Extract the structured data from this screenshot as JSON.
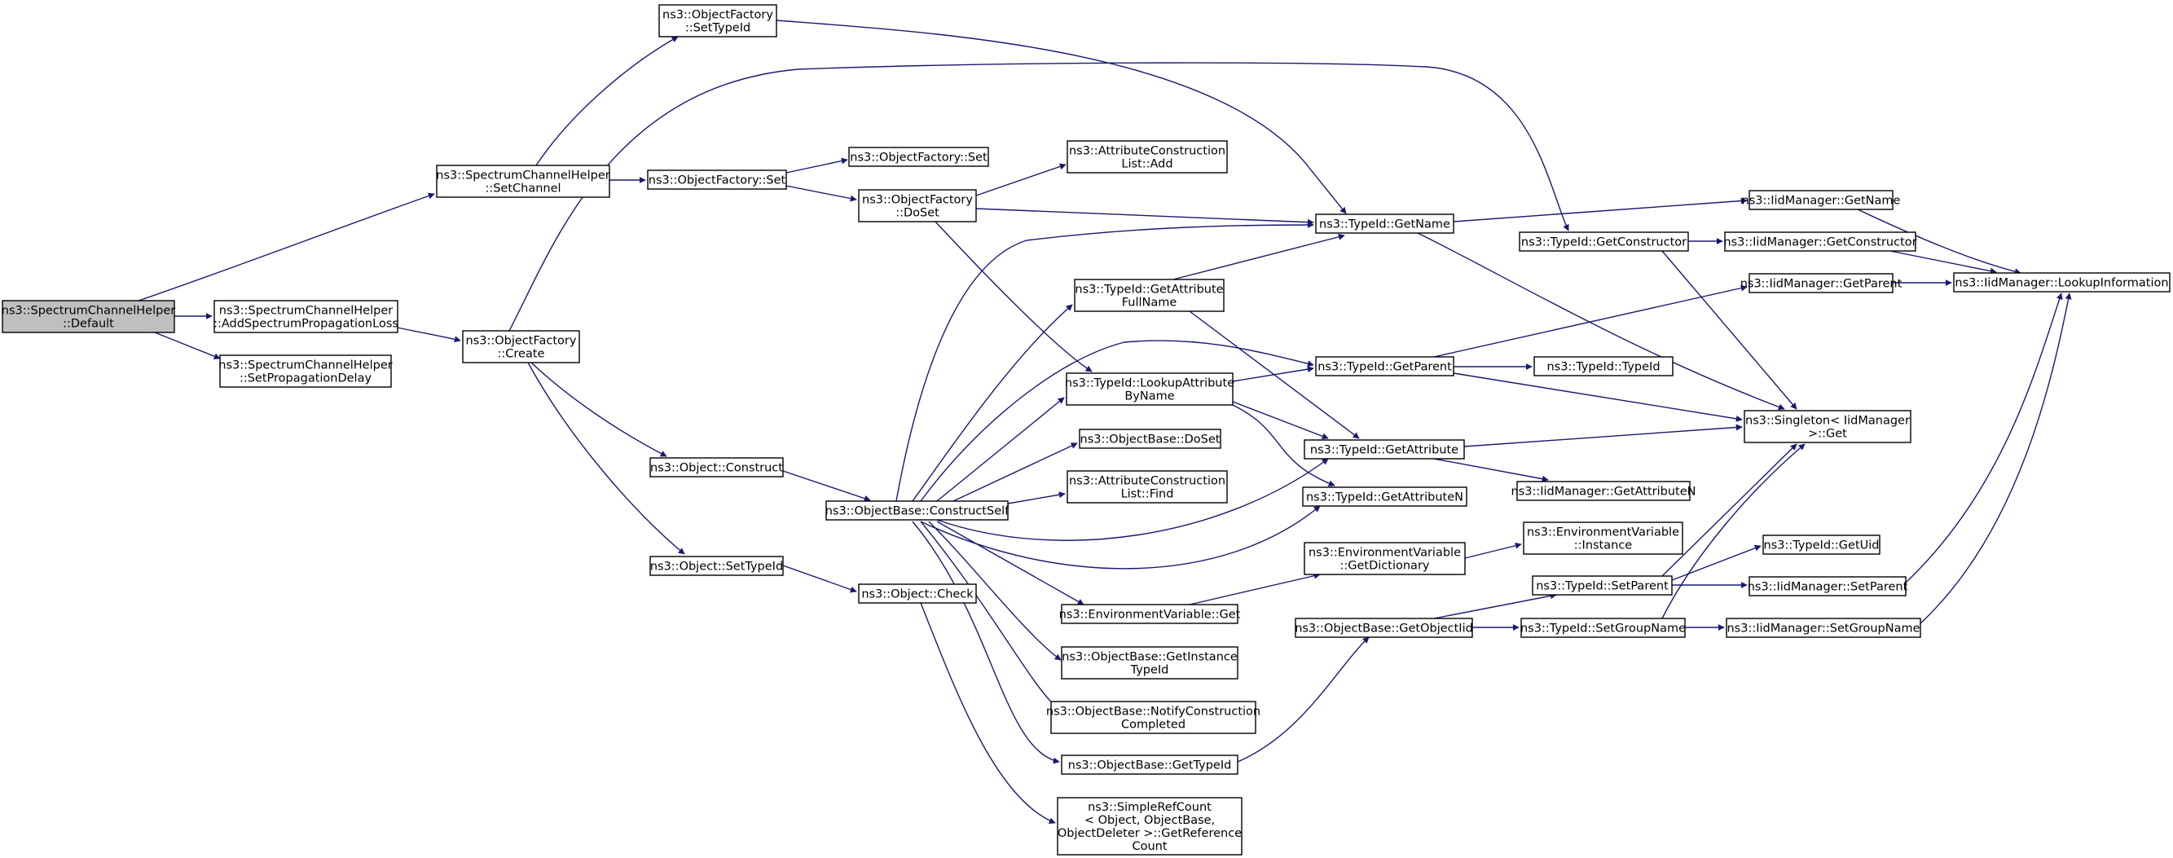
{
  "diagram": {
    "type": "call-graph",
    "colors": {
      "edge": "#191970",
      "node_border": "#000000",
      "root_fill": "#bfbfbf",
      "node_fill": "#ffffff"
    },
    "nodes": [
      {
        "id": "root",
        "lines": [
          "ns3::SpectrumChannelHelper",
          "::Default"
        ],
        "root": true
      },
      {
        "id": "setTypeId_of",
        "lines": [
          "ns3::ObjectFactory",
          "::SetTypeId"
        ]
      },
      {
        "id": "setChannel",
        "lines": [
          "ns3::SpectrumChannelHelper",
          "::SetChannel"
        ]
      },
      {
        "id": "addLoss",
        "lines": [
          "ns3::SpectrumChannelHelper",
          "::AddSpectrumPropagationLoss"
        ]
      },
      {
        "id": "setDelay",
        "lines": [
          "ns3::SpectrumChannelHelper",
          "::SetPropagationDelay"
        ]
      },
      {
        "id": "create",
        "lines": [
          "ns3::ObjectFactory",
          "::Create"
        ]
      },
      {
        "id": "of_set",
        "lines": [
          "ns3::ObjectFactory::Set"
        ]
      },
      {
        "id": "of_set2",
        "lines": [
          "ns3::ObjectFactory::Set"
        ]
      },
      {
        "id": "of_doset",
        "lines": [
          "ns3::ObjectFactory",
          "::DoSet"
        ]
      },
      {
        "id": "acl_add",
        "lines": [
          "ns3::AttributeConstruction",
          "List::Add"
        ]
      },
      {
        "id": "tid_getname",
        "lines": [
          "ns3::TypeId::GetName"
        ]
      },
      {
        "id": "iid_getname",
        "lines": [
          "ns3::IidManager::GetName"
        ]
      },
      {
        "id": "tid_getconstructor",
        "lines": [
          "ns3::TypeId::GetConstructor"
        ]
      },
      {
        "id": "iid_getconstructor",
        "lines": [
          "ns3::IidManager::GetConstructor"
        ]
      },
      {
        "id": "iid_lookup",
        "lines": [
          "ns3::IidManager::LookupInformation"
        ]
      },
      {
        "id": "tid_getattrfull",
        "lines": [
          "ns3::TypeId::GetAttribute",
          "FullName"
        ]
      },
      {
        "id": "iid_getparent",
        "lines": [
          "ns3::IidManager::GetParent"
        ]
      },
      {
        "id": "tid_lookupattr",
        "lines": [
          "ns3::TypeId::LookupAttribute",
          "ByName"
        ]
      },
      {
        "id": "tid_getparent",
        "lines": [
          "ns3::TypeId::GetParent"
        ]
      },
      {
        "id": "tid_typeid",
        "lines": [
          "ns3::TypeId::TypeId"
        ]
      },
      {
        "id": "singleton",
        "lines": [
          "ns3::Singleton< IidManager",
          " >::Get"
        ]
      },
      {
        "id": "ob_doset",
        "lines": [
          "ns3::ObjectBase::DoSet"
        ]
      },
      {
        "id": "tid_getattr",
        "lines": [
          "ns3::TypeId::GetAttribute"
        ]
      },
      {
        "id": "obj_construct",
        "lines": [
          "ns3::Object::Construct"
        ]
      },
      {
        "id": "acl_find",
        "lines": [
          "ns3::AttributeConstruction",
          "List::Find"
        ]
      },
      {
        "id": "iid_getattrn",
        "lines": [
          "ns3::IidManager::GetAttributeN"
        ]
      },
      {
        "id": "ob_constructself",
        "lines": [
          "ns3::ObjectBase::ConstructSelf"
        ]
      },
      {
        "id": "tid_getattrn",
        "lines": [
          "ns3::TypeId::GetAttributeN"
        ]
      },
      {
        "id": "env_instance",
        "lines": [
          "ns3::EnvironmentVariable",
          "::Instance"
        ]
      },
      {
        "id": "tid_getuid",
        "lines": [
          "ns3::TypeId::GetUid"
        ]
      },
      {
        "id": "obj_settypeid",
        "lines": [
          "ns3::Object::SetTypeId"
        ]
      },
      {
        "id": "env_getdict",
        "lines": [
          "ns3::EnvironmentVariable",
          "::GetDictionary"
        ]
      },
      {
        "id": "tid_setparent",
        "lines": [
          "ns3::TypeId::SetParent"
        ]
      },
      {
        "id": "iid_setparent",
        "lines": [
          "ns3::IidManager::SetParent"
        ]
      },
      {
        "id": "obj_check",
        "lines": [
          "ns3::Object::Check"
        ]
      },
      {
        "id": "env_get",
        "lines": [
          "ns3::EnvironmentVariable::Get"
        ]
      },
      {
        "id": "ob_getobjectiid",
        "lines": [
          "ns3::ObjectBase::GetObjectIid"
        ]
      },
      {
        "id": "tid_setgroupname",
        "lines": [
          "ns3::TypeId::SetGroupName"
        ]
      },
      {
        "id": "iid_setgroupname",
        "lines": [
          "ns3::IidManager::SetGroupName"
        ]
      },
      {
        "id": "ob_getinstancetypeid",
        "lines": [
          "ns3::ObjectBase::GetInstance",
          "TypeId"
        ]
      },
      {
        "id": "ob_notify",
        "lines": [
          "ns3::ObjectBase::NotifyConstruction",
          "Completed"
        ]
      },
      {
        "id": "ob_gettypeid",
        "lines": [
          "ns3::ObjectBase::GetTypeId"
        ]
      },
      {
        "id": "src_getref",
        "lines": [
          "ns3::SimpleRefCount",
          "< Object, ObjectBase,",
          "ObjectDeleter >::GetReference",
          "Count"
        ]
      }
    ]
  }
}
